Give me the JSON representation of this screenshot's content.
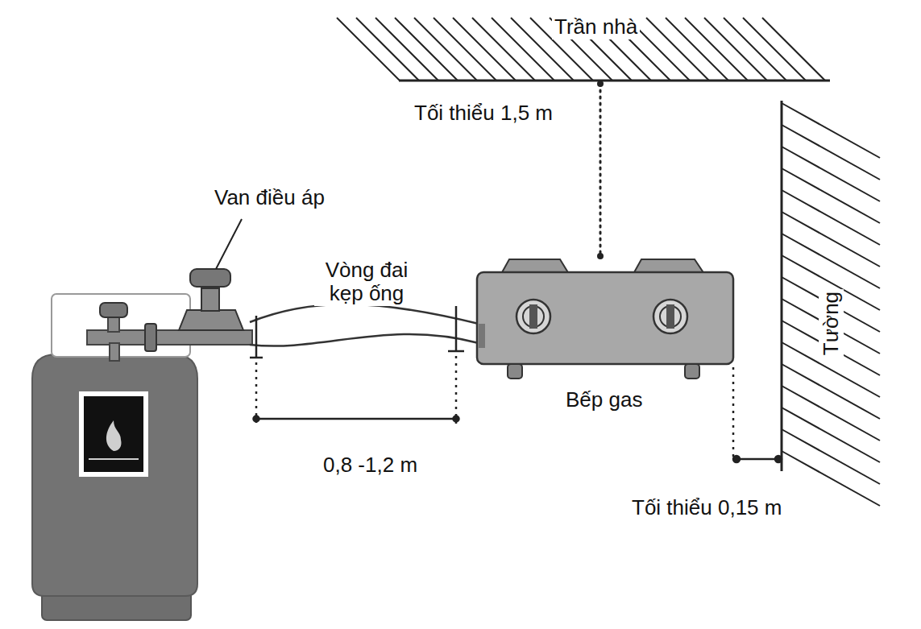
{
  "diagram": {
    "labels": [
      "Trần nhà",
      "Tối thiểu 1,5 m",
      "Van điều áp",
      "Vòng đai kẹp ống",
      "Bếp gas",
      "Tường",
      "0,8 -1,2 m",
      "Tối thiểu 0,15 m"
    ]
  }
}
